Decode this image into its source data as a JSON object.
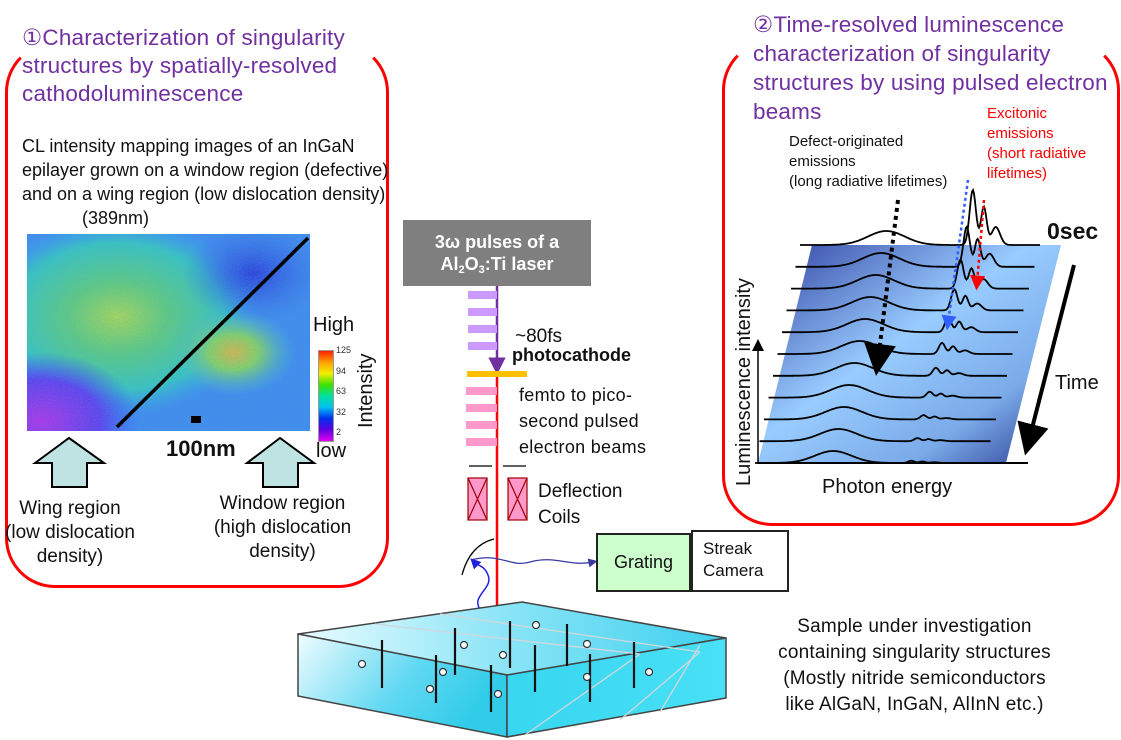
{
  "section1": {
    "title": "①Characterization of singularity structures by spatially-resolved cathodoluminescence",
    "description": "CL intensity mapping images of an InGaN epilayer grown on a window region (defective) and on a wing region (low dislocation density)",
    "wavelength": "(389nm)",
    "scale_bar": "100nm",
    "colorbar": {
      "high_label": "High",
      "low_label": "low",
      "axis_label": "Intensity",
      "ticks": [
        "125",
        "94",
        "63",
        "32",
        "2"
      ]
    },
    "wing_region": {
      "line1": "Wing region",
      "line2": "(low dislocation",
      "line3": "density)"
    },
    "window_region": {
      "line1": "Window region",
      "line2": "(high dislocation",
      "line3": "density)"
    }
  },
  "section2": {
    "title": "②Time-resolved luminescence characterization of singularity structures by using pulsed electron beams",
    "defect_label": {
      "line1": "Defect-originated",
      "line2": "emissions",
      "line3": "(long radiative lifetimes)"
    },
    "excitonic_label": {
      "line1": "Excitonic",
      "line2": "emissions",
      "line3": "(short radiative",
      "line4": "lifetimes)"
    },
    "zero_label": "0sec",
    "time_label": "Time",
    "y_axis_label": "Luminescence intensity",
    "x_axis_label": "Photon energy",
    "colors": {
      "excitonic": "#ff0000",
      "panel": "#ff0000",
      "title": "#7030a0"
    }
  },
  "apparatus": {
    "laser": {
      "line1": "3ω pulses of a",
      "line2_pre": "Al",
      "sub1": "2",
      "line2_mid": "O",
      "sub2": "3",
      "line2_post": ":Ti laser"
    },
    "pulse_width": "~80fs",
    "photocathode": "photocathode",
    "electron_beams": {
      "line1": "femto to pico-",
      "line2": "second pulsed",
      "line3": "electron beams"
    },
    "deflection": {
      "line1": "Deflection",
      "line2": "Coils"
    },
    "grating": "Grating",
    "streak": {
      "line1": "Streak",
      "line2": "Camera"
    }
  },
  "sample": {
    "line1": "Sample under investigation",
    "line2": "containing singularity structures",
    "line3": "(Mostly nitride semiconductors",
    "line4": "like AlGaN, InGaN, AlInN etc.)"
  }
}
